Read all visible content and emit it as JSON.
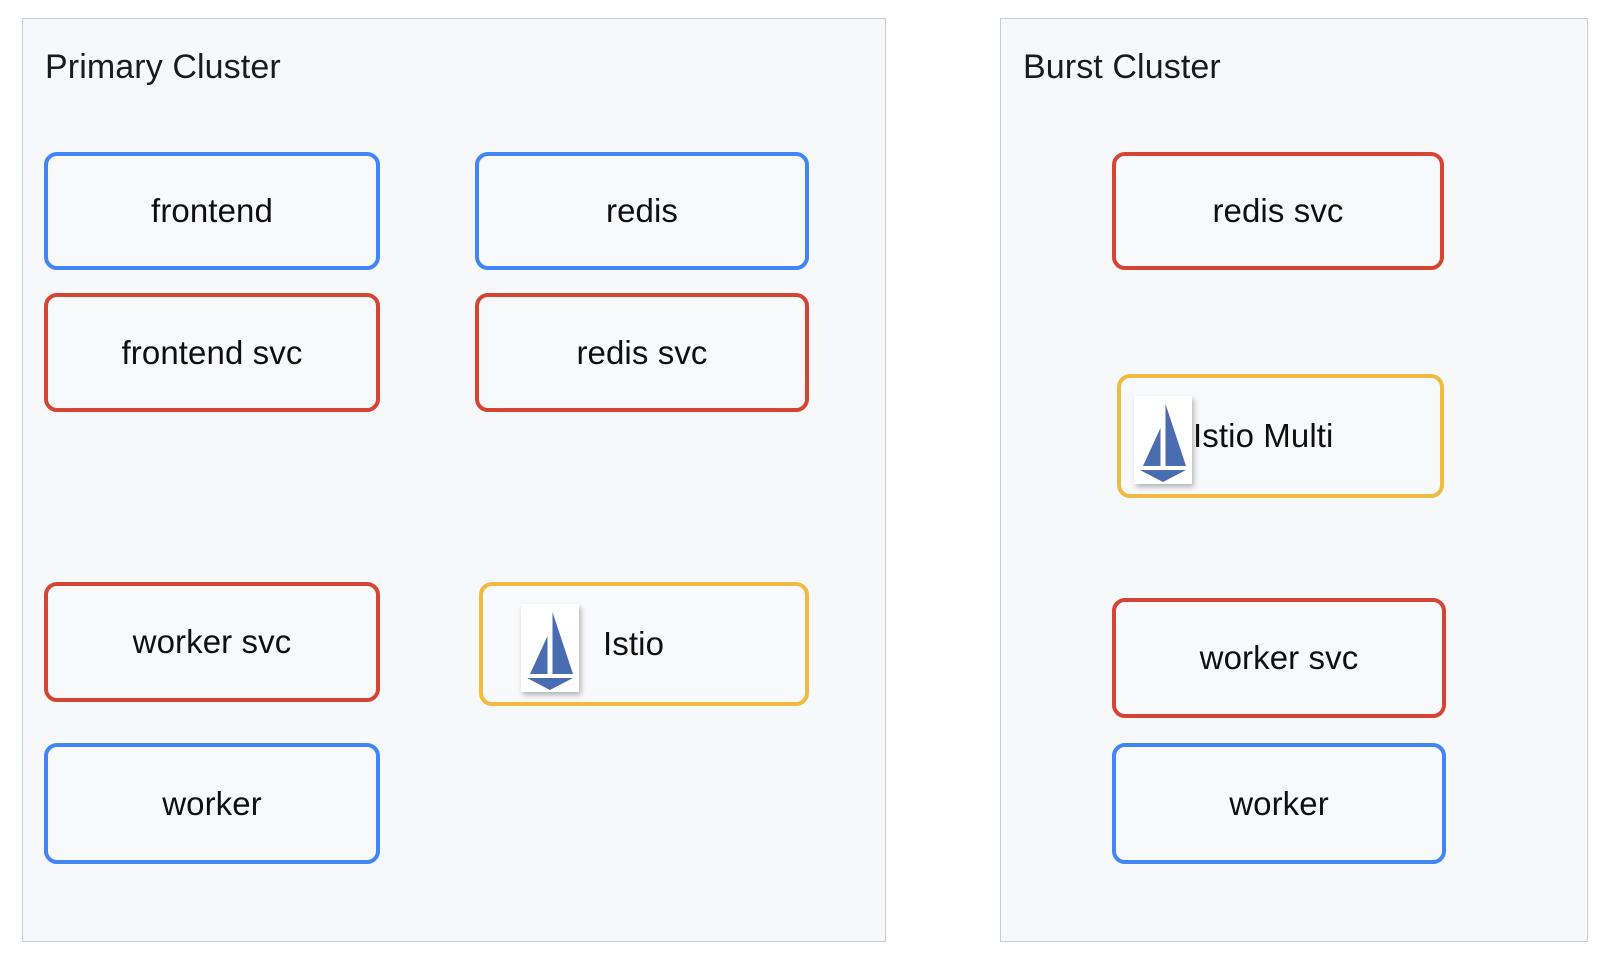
{
  "diagram": {
    "type": "cluster-topology",
    "background": "#ffffff",
    "panel_background": "#f6f8fa",
    "panel_border": "#c9ccd1",
    "colors": {
      "workload_blue": "#4285f4",
      "service_red": "#d64434",
      "mesh_yellow": "#f1bb41",
      "logo_blue": "#4a6cb0",
      "text": "#0f0f0f"
    }
  },
  "clusters": [
    {
      "id": "primary",
      "title": "Primary Cluster",
      "nodes": [
        {
          "id": "frontend",
          "label": "frontend",
          "color": "blue",
          "kind": "workload",
          "icon": null
        },
        {
          "id": "frontend-svc",
          "label": "frontend svc",
          "color": "red",
          "kind": "service",
          "icon": null
        },
        {
          "id": "redis",
          "label": "redis",
          "color": "blue",
          "kind": "workload",
          "icon": null
        },
        {
          "id": "redis-svc",
          "label": "redis svc",
          "color": "red",
          "kind": "service",
          "icon": null
        },
        {
          "id": "worker-svc",
          "label": "worker svc",
          "color": "red",
          "kind": "service",
          "icon": null
        },
        {
          "id": "istio",
          "label": "Istio",
          "color": "yellow",
          "kind": "mesh",
          "icon": "istio-sailboat-logo"
        },
        {
          "id": "worker",
          "label": "worker",
          "color": "blue",
          "kind": "workload",
          "icon": null
        }
      ]
    },
    {
      "id": "burst",
      "title": "Burst Cluster",
      "nodes": [
        {
          "id": "b-redis-svc",
          "label": "redis svc",
          "color": "red",
          "kind": "service",
          "icon": null
        },
        {
          "id": "b-istio-multi",
          "label": "Istio Multi",
          "color": "yellow",
          "kind": "mesh",
          "icon": "istio-sailboat-logo"
        },
        {
          "id": "b-worker-svc",
          "label": "worker svc",
          "color": "red",
          "kind": "service",
          "icon": null
        },
        {
          "id": "b-worker",
          "label": "worker",
          "color": "blue",
          "kind": "workload",
          "icon": null
        }
      ]
    }
  ]
}
